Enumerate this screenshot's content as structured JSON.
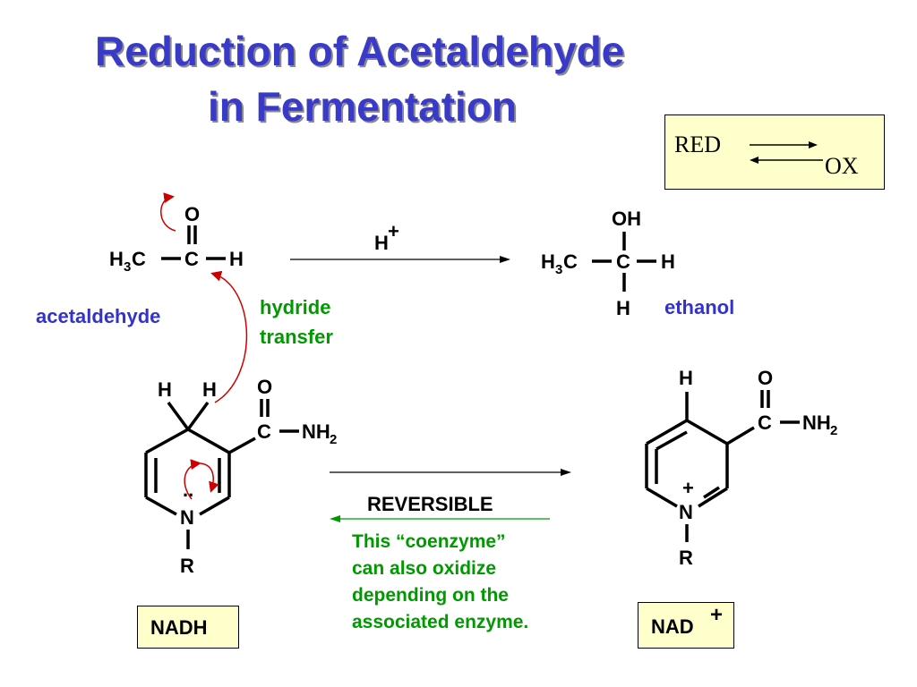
{
  "title": {
    "line1": "Reduction of Acetaldehyde",
    "line2": "in Fermentation"
  },
  "legend": {
    "red": "RED",
    "ox": "OX"
  },
  "reaction": {
    "reagent": "H",
    "reagent_charge": "+"
  },
  "labels": {
    "acetaldehyde": "acetaldehyde",
    "ethanol": "ethanol",
    "hydride_transfer_line1": "hydride",
    "hydride_transfer_line2": "transfer",
    "reversible": "REVERSIBLE",
    "note_line1": "This “coenzyme”",
    "note_line2": "can also oxidize",
    "note_line3": "depending on the",
    "note_line4": "associated enzyme."
  },
  "boxes": {
    "nadh": "NADH",
    "nad": "NAD",
    "nad_charge": "+"
  },
  "atoms": {
    "O": "O",
    "C": "C",
    "H": "H",
    "N": "N",
    "R": "R",
    "OH": "OH",
    "H3C_main": "H",
    "H3C_sub": "3",
    "H3C_tail": "C",
    "NH2_main": "NH",
    "NH2_sub": "2",
    "lone_pair": "..",
    "plus": "+"
  },
  "colors": {
    "title": "#3a3ac8",
    "label_blue": "#3333cc",
    "label_green": "#009900",
    "curved_arrow": "#cc0000",
    "reverse_arrow": "#009900",
    "box_fill": "#ffffcc"
  }
}
